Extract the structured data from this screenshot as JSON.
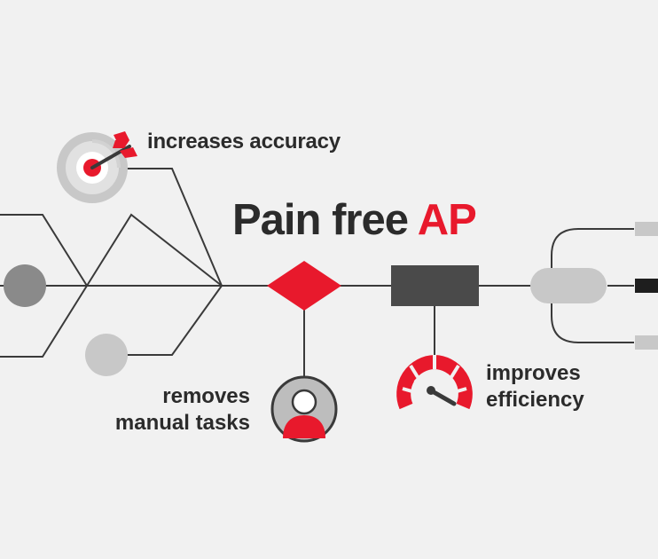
{
  "title": {
    "main": "Pain free",
    "accent": "AP"
  },
  "labels": {
    "accuracy": "increases accuracy",
    "manual_line1": "removes",
    "manual_line2": "manual tasks",
    "efficiency_line1": "improves",
    "efficiency_line2": "efficiency"
  },
  "icons": {
    "accuracy": "target-with-dart-icon",
    "manual": "person-icon",
    "efficiency": "speedometer-icon",
    "decision": "diamond-shape",
    "process": "rectangle-shape",
    "terminal": "pill-shape"
  },
  "colors": {
    "background": "#f1f1f1",
    "accent_red": "#e8192c",
    "line": "#3a3a3a",
    "dark_gray": "#4a4a4a",
    "mid_gray": "#8a8a8a",
    "light_gray": "#c8c8c8"
  }
}
